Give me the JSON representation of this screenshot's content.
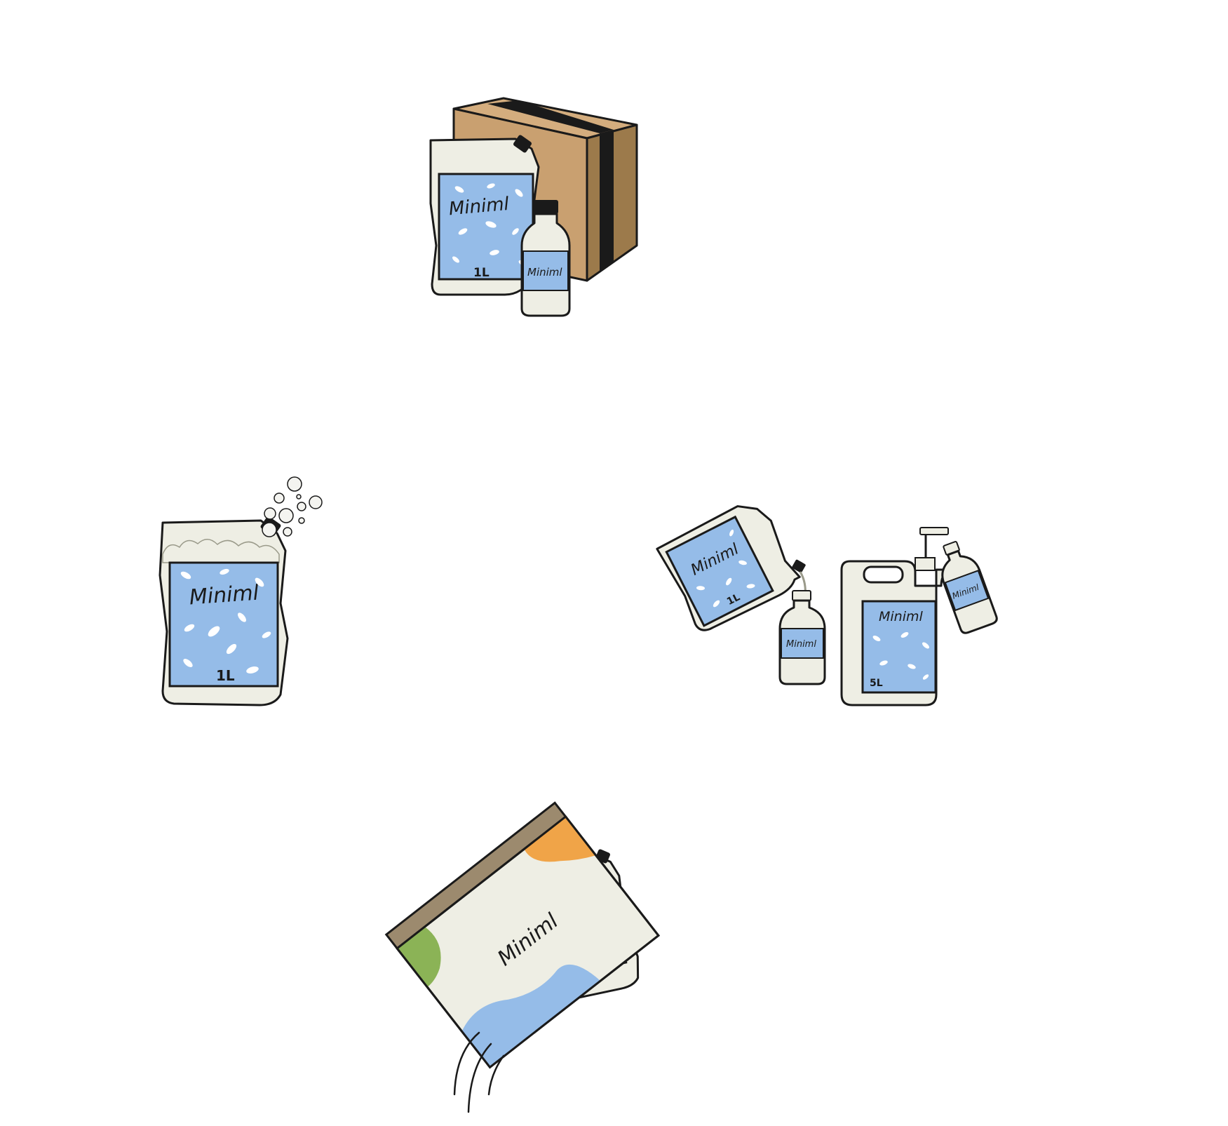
{
  "colors": {
    "label_blue": "#95bce8",
    "cream": "#eeeee4",
    "ink": "#1a1a1a",
    "box_light": "#d4ad7e",
    "box_dark": "#9c7a4b",
    "tape": "#1a1a1a",
    "accent_green": "#8bb356",
    "accent_orange": "#f0a448",
    "background": "#ffffff"
  },
  "illustrations": {
    "delivery": {
      "icon": "delivery-box-icon",
      "pouch_brand": "Miniml",
      "pouch_volume": "1L",
      "bottle_brand": "Miniml"
    },
    "pouch": {
      "icon": "refill-pouch-icon",
      "brand": "Miniml",
      "volume": "1L"
    },
    "refill": {
      "icon": "refill-pour-icon",
      "pouch_brand": "Miniml",
      "pouch_volume": "1L",
      "small_bottle_brand": "Miniml",
      "jerrycan_brand": "Miniml",
      "jerrycan_volume": "5L",
      "pump_bottle_brand": "Miniml"
    },
    "return": {
      "icon": "return-envelope-icon",
      "envelope_brand": "Miniml"
    }
  }
}
